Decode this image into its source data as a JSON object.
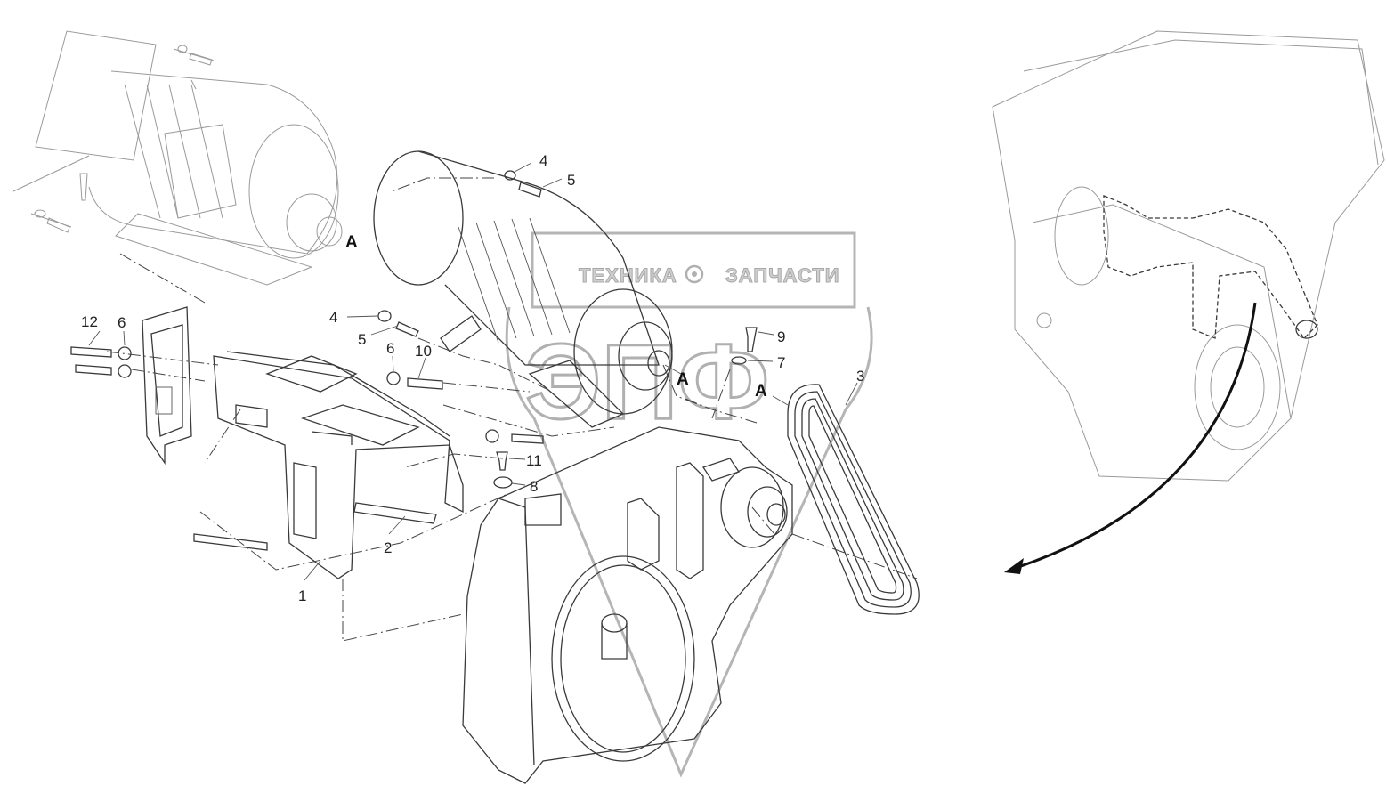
{
  "callouts": [
    {
      "id": "c1",
      "label": "1"
    },
    {
      "id": "c2",
      "label": "2"
    },
    {
      "id": "c3",
      "label": "3"
    },
    {
      "id": "c4a",
      "label": "4"
    },
    {
      "id": "c5a",
      "label": "5"
    },
    {
      "id": "c4b",
      "label": "4"
    },
    {
      "id": "c5b",
      "label": "5"
    },
    {
      "id": "c6a",
      "label": "6"
    },
    {
      "id": "c6b",
      "label": "6"
    },
    {
      "id": "c7",
      "label": "7"
    },
    {
      "id": "c8",
      "label": "8"
    },
    {
      "id": "c9",
      "label": "9"
    },
    {
      "id": "c10",
      "label": "10"
    },
    {
      "id": "c11",
      "label": "11"
    },
    {
      "id": "c12",
      "label": "12"
    }
  ],
  "view_markers": {
    "a1": "A",
    "a2": "A",
    "a3": "A"
  },
  "watermark": {
    "top_left": "ТЕХНИКА",
    "top_right": "ЗАПЧАСТИ",
    "logo": "ЭПФ",
    "gear": "gear-icon"
  }
}
